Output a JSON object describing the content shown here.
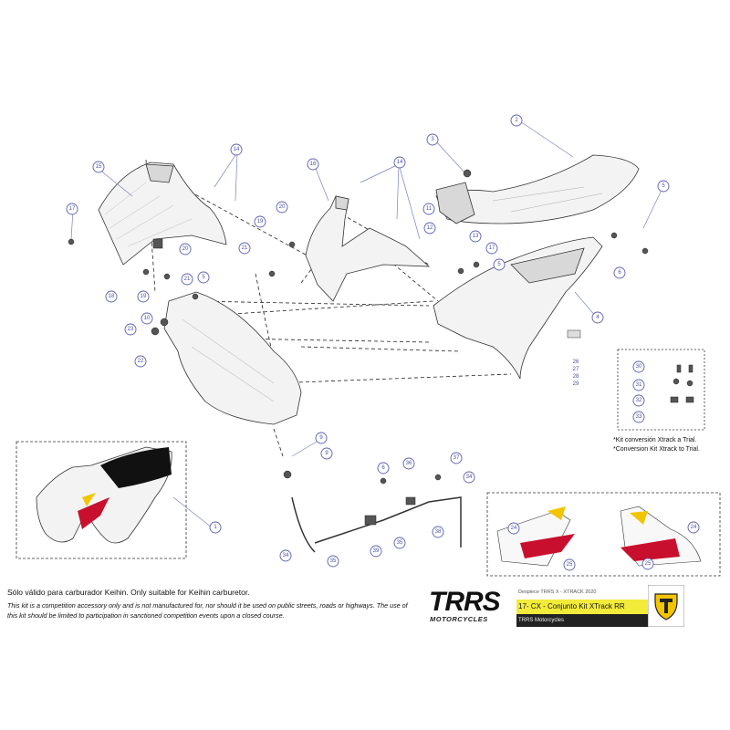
{
  "callouts": [
    "1",
    "2",
    "3",
    "4",
    "5",
    "6",
    "9",
    "10",
    "11",
    "12",
    "13",
    "14",
    "15",
    "16",
    "17",
    "18",
    "19",
    "20",
    "21",
    "22",
    "23",
    "24",
    "25",
    "26",
    "27",
    "28",
    "29",
    "30",
    "31",
    "32",
    "33",
    "34",
    "35",
    "36",
    "37",
    "38",
    "39"
  ],
  "kit_notes": {
    "line1": "*Kit conversión Xtrack a Trial.",
    "line2": "*Conversion Kit Xtrack to Trial."
  },
  "notes": {
    "carburetor": "Sólo válido  para carburador Keihin. Only suitable for Keihin carburetor.",
    "legal": "This kit is a competition accessory only and is not manufactured for, nor should it be used on public streets, roads or highways. The use of this kit should be limited to participation in sanctioned competition events upon a closed course."
  },
  "title_block": {
    "brand": "TRRS",
    "brand_sub": "MOTORCYCLES",
    "row1": "Despiece TRRS X - XTRACK 2020",
    "row2": "17- CX - Conjunto  Kit XTrack RR",
    "row3": "TRRS Motorcycles"
  },
  "colors": {
    "callout": "#4a4fa8",
    "title_highlight": "#f3eb3a",
    "title_dark": "#222222",
    "decal_red": "#c8102e",
    "decal_yellow": "#f2c500"
  }
}
